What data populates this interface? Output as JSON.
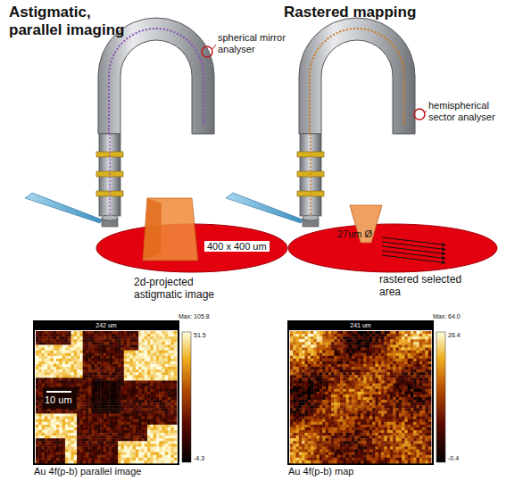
{
  "diagram": {
    "nodes": [
      {
        "text": [
          "400 x 400 um"
        ]
      },
      {
        "text": [
          "27um Ø"
        ]
      }
    ],
    "labels": [
      "Astigmatic, parallel imaging",
      "spherical mirror analyser",
      "2d-projected astigmatic image",
      "242 um",
      "Max: 105.8",
      "51.5",
      "-4.3",
      "10 um",
      "Au 4f(p-b) parallel image",
      "Rastered mapping",
      "hemispherical sector analyser",
      "rastered selected area",
      "241 um",
      "Max: 64.0",
      "26.4",
      "-0.4",
      "Au 4f(p-b) map"
    ]
  }
}
